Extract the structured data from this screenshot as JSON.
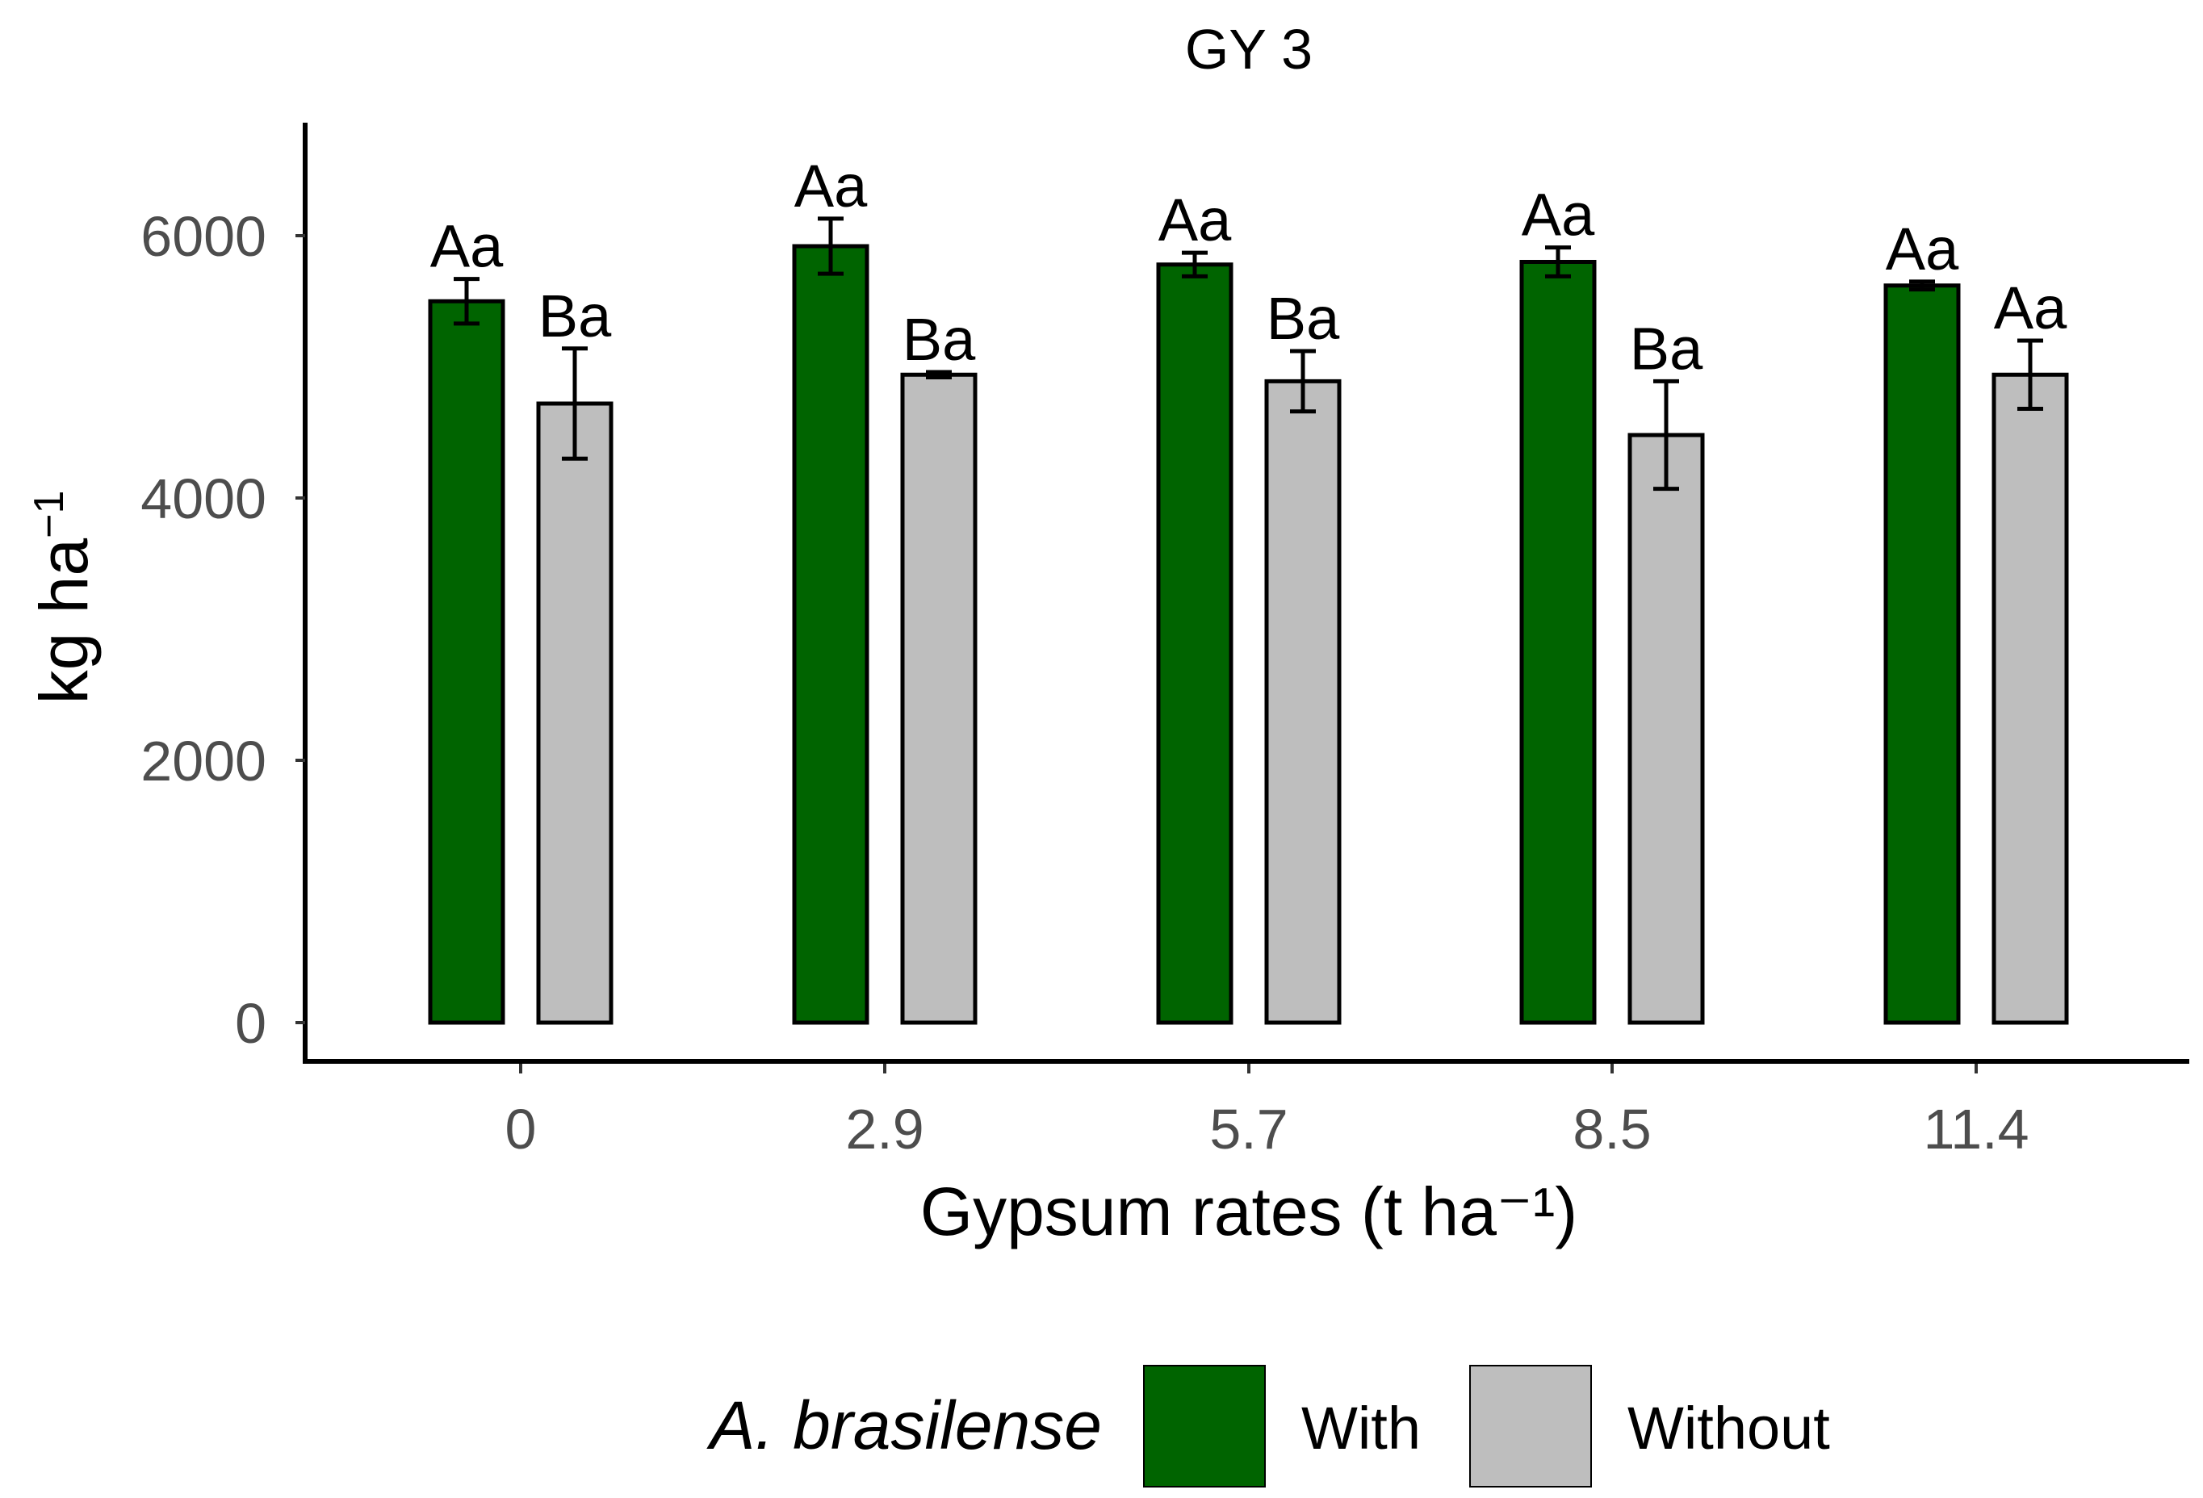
{
  "chart_data": {
    "type": "bar",
    "title": "GY 3",
    "xlabel": "Gypsum rates (t ha⁻¹)",
    "ylabel_base": "kg ha",
    "ylabel_sup": "−1",
    "categories": [
      "0",
      "2.9",
      "5.7",
      "8.5",
      "11.4"
    ],
    "ylim": [
      0,
      6800
    ],
    "yticks": [
      0,
      2000,
      4000,
      6000
    ],
    "ytick_labels": [
      "0",
      "2000",
      "4000",
      "6000"
    ],
    "legend": {
      "title": "A. brasilense",
      "position": "bottom"
    },
    "series": [
      {
        "name": "With",
        "color": "#006400",
        "values": [
          5500,
          5920,
          5780,
          5800,
          5620
        ],
        "errors": [
          170,
          210,
          90,
          110,
          30
        ],
        "letters": [
          "Aa",
          "Aa",
          "Aa",
          "Aa",
          "Aa"
        ]
      },
      {
        "name": "Without",
        "color": "#bebebe",
        "values": [
          4720,
          4940,
          4890,
          4480,
          4940
        ],
        "errors": [
          420,
          20,
          230,
          410,
          260
        ],
        "letters": [
          "Ba",
          "Ba",
          "Ba",
          "Ba",
          "Aa"
        ]
      }
    ]
  }
}
